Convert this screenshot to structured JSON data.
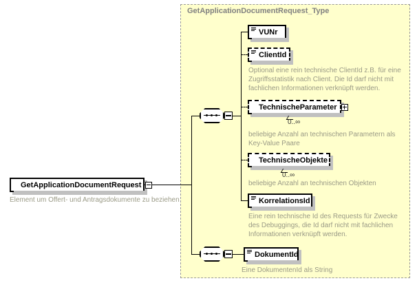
{
  "diagram": {
    "kind": "xml-schema-element-diagram",
    "root_element": {
      "name": "GetApplicationDocumentRequest",
      "annotation": "Element um Offert- und Antragsdokumente zu beziehen",
      "toggle": "minus"
    },
    "type_panel": {
      "title": "GetApplicationDocumentRequest_Type",
      "background": "#ffffcc",
      "border": "#999999"
    },
    "groups": [
      {
        "compositor": "sequence",
        "toggle": "minus",
        "children": [
          {
            "name": "VUNr",
            "optional": false,
            "occurs": "",
            "annotation": "",
            "expandable": false
          },
          {
            "name": "ClientId",
            "optional": true,
            "occurs": "",
            "annotation": "Optional eine rein technische ClientId z.B. für eine Zugriffsstatistik nach Client. Die Id darf nicht mit fachlichen Informationen verknüpft werden.",
            "expandable": false
          },
          {
            "name": "TechnischeParameter",
            "optional": true,
            "occurs": "0..∞",
            "annotation": "beliebige Anzahl an technischen Parametern als Key-Value Paare",
            "expandable": true
          },
          {
            "name": "TechnischeObjekte",
            "optional": true,
            "occurs": "0..∞",
            "annotation": "beliebige Anzahl an technischen Objekten",
            "expandable": false
          },
          {
            "name": "KorrelationsId",
            "optional": false,
            "occurs": "",
            "annotation": "Eine rein technische Id des Requests für Zwecke des Debuggings, die Id darf nicht mit fachlichen Informationen verknüpft werden.",
            "expandable": false
          }
        ]
      },
      {
        "compositor": "sequence",
        "toggle": "minus",
        "children": [
          {
            "name": "DokumentId",
            "optional": false,
            "occurs": "",
            "annotation": "Eine DokumentenId als String",
            "expandable": false
          }
        ]
      }
    ]
  }
}
